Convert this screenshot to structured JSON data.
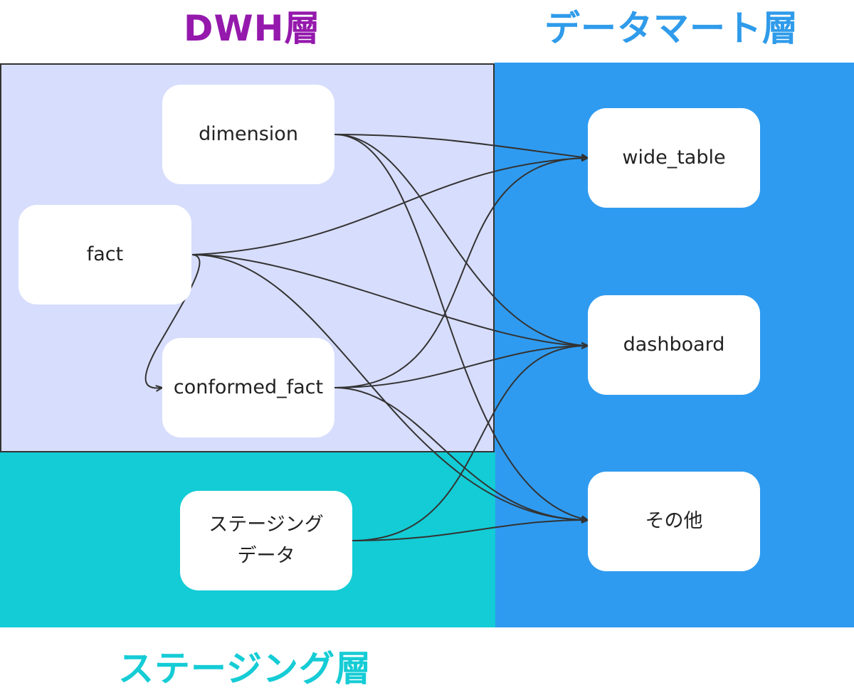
{
  "titles": {
    "dwh": "DWH層",
    "data_mart": "データマート層",
    "staging": "ステージング層"
  },
  "nodes": {
    "dimension": "dimension",
    "fact": "fact",
    "conformed_fact": "conformed_fact",
    "staging_data_line1": "ステージング",
    "staging_data_line2": "データ",
    "wide_table": "wide_table",
    "dashboard": "dashboard",
    "other": "その他"
  },
  "colors": {
    "dwh_title": "#9419ac",
    "data_mart_title": "#2f9bea",
    "staging_title": "#15ccd5",
    "dwh_region": "#d7ddfc",
    "data_mart_region": "#2f9bf0",
    "staging_region": "#13ccd5",
    "node_fill": "#ffffff",
    "edge": "#333333"
  },
  "edges": [
    {
      "from": "dimension",
      "to": "wide_table"
    },
    {
      "from": "dimension",
      "to": "dashboard"
    },
    {
      "from": "dimension",
      "to": "other"
    },
    {
      "from": "fact",
      "to": "wide_table"
    },
    {
      "from": "fact",
      "to": "dashboard"
    },
    {
      "from": "fact",
      "to": "other"
    },
    {
      "from": "fact",
      "to": "conformed_fact"
    },
    {
      "from": "conformed_fact",
      "to": "wide_table"
    },
    {
      "from": "conformed_fact",
      "to": "dashboard"
    },
    {
      "from": "conformed_fact",
      "to": "other"
    },
    {
      "from": "staging_data",
      "to": "dashboard"
    },
    {
      "from": "staging_data",
      "to": "other"
    }
  ]
}
